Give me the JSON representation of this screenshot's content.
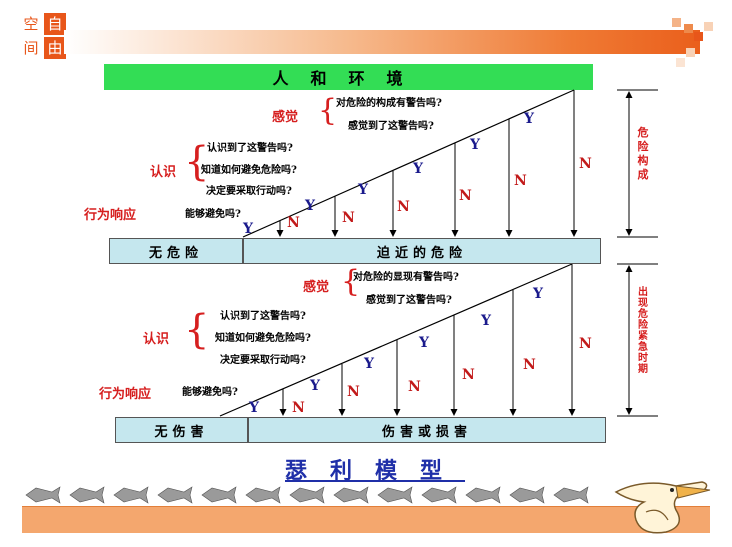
{
  "logo": {
    "chars": [
      "空",
      "自",
      "间",
      "由"
    ]
  },
  "header_band": "人和环境",
  "upper": {
    "perception_label": "感觉",
    "perception_q1": "对危险的构成有警告吗?",
    "perception_q2": "感觉到了这警告吗?",
    "cognition_label": "认识",
    "cognition_q1": "认识到了这警告吗?",
    "cognition_q2": "知道如何避免危险吗?",
    "cognition_q3": "决定要采取行动吗?",
    "action_label": "行为响应",
    "action_q": "能够避免吗?",
    "band_left": "无危险",
    "band_right": "迫近的危险",
    "side_label": "危险构成"
  },
  "lower": {
    "perception_label": "感觉",
    "perception_q1": "对危险的显现有警告吗?",
    "perception_q2": "感觉到了这警告吗?",
    "cognition_label": "认识",
    "cognition_q1": "认识到了这警告吗?",
    "cognition_q2": "知道如何避免危险吗?",
    "cognition_q3": "决定要采取行动吗?",
    "action_label": "行为响应",
    "action_q": "能够避免吗?",
    "band_left": "无伤害",
    "band_right": "伤害或损害",
    "side_label": "出现危险紧急时期"
  },
  "yes": "Y",
  "no": "N",
  "title": "瑟利模型",
  "colors": {
    "orange": "#e8561a",
    "green": "#33dd55",
    "band": "#c5e7ee",
    "red": "#d61f1f",
    "blue": "#1a1a8c"
  }
}
